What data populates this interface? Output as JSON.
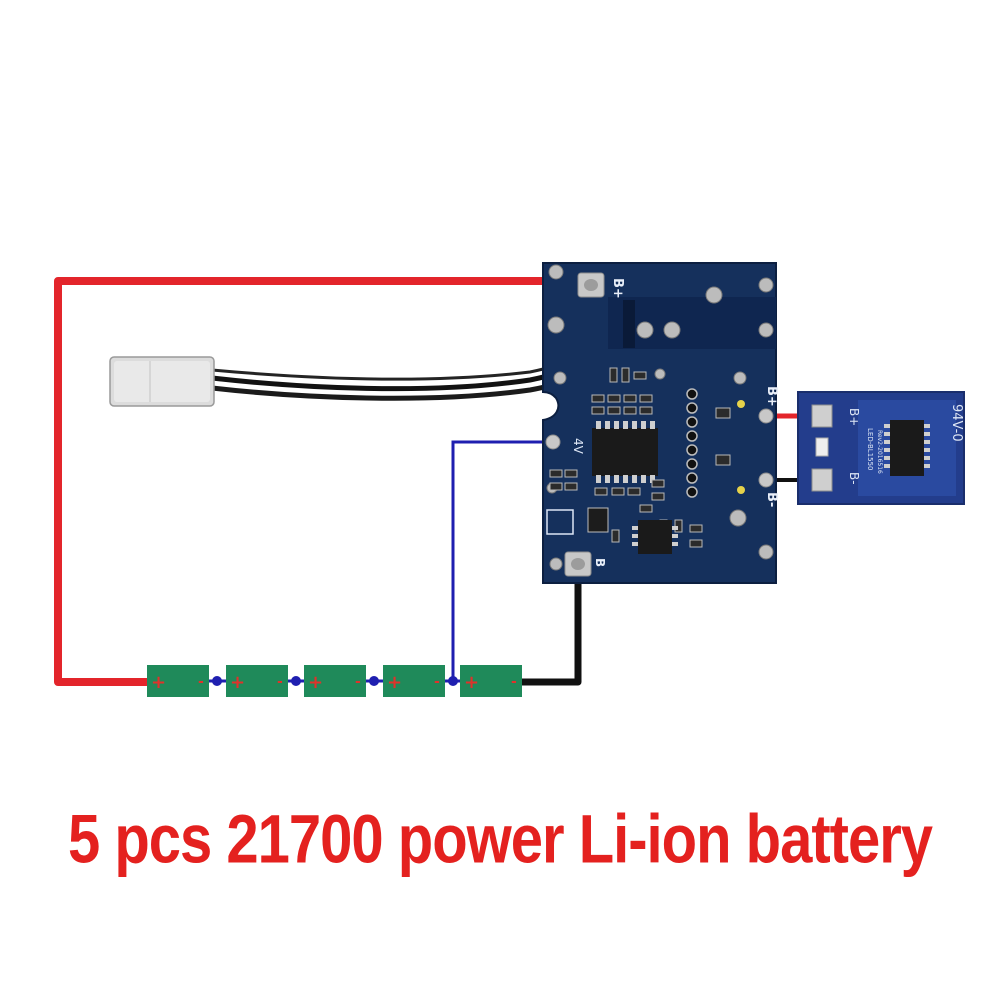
{
  "caption": "5 pcs 21700 power Li-ion battery",
  "main_board": {
    "pad_b_plus_top": "B+",
    "pad_4v": "4V",
    "pad_b_bottom": "B",
    "pad_b_plus_right": "B+",
    "pad_b_minus_right": "B-"
  },
  "led_board": {
    "pad_b_plus": "B+",
    "pad_b_minus": "B-",
    "marking": "94V-0",
    "part_text": "LED-BL1550",
    "rev_text": "Rev2-2016516"
  },
  "cells": {
    "count": 5,
    "plus_sign": "+",
    "minus_sign": "-"
  },
  "colors": {
    "positive_wire": "#e3252b",
    "sense_wire": "#1f1fb0",
    "negative_wire": "#111111",
    "pcb": "#15305c",
    "cell": "#1f8a5a",
    "caption": "#e4211f"
  }
}
